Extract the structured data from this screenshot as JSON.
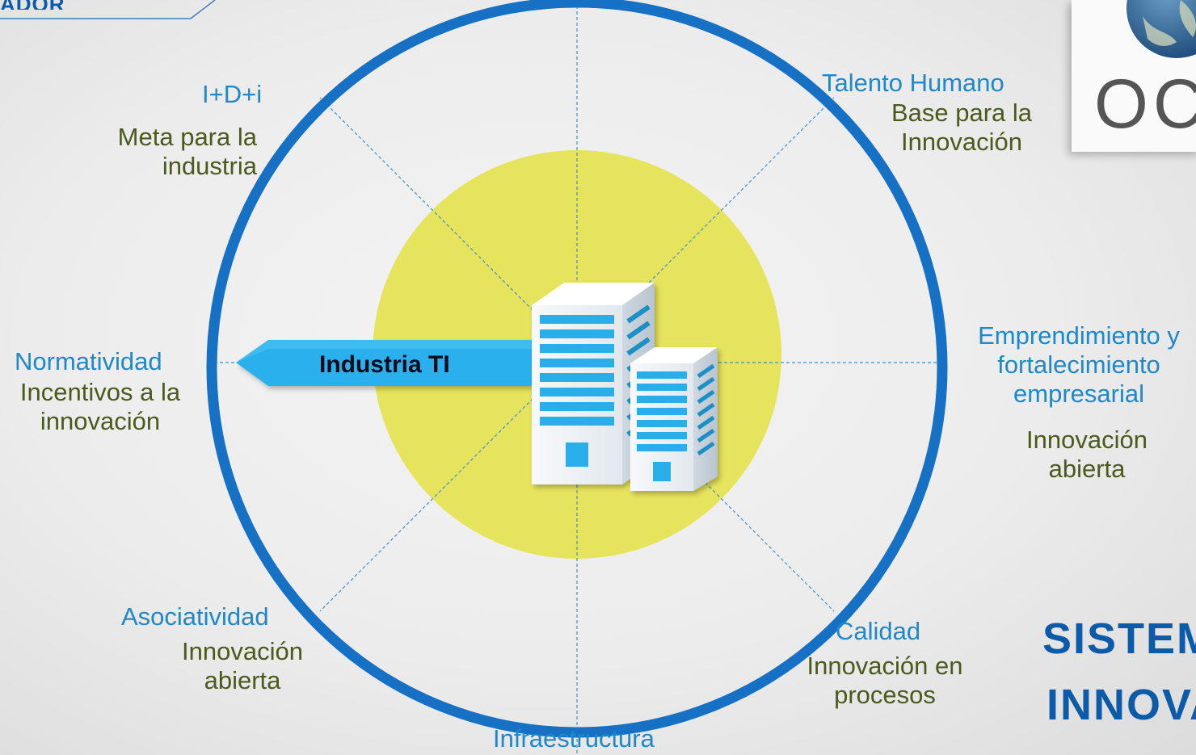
{
  "corner_tag": {
    "text": "ADOR"
  },
  "center": {
    "label": "Industria TI"
  },
  "segments": {
    "id": {
      "title": "I+D+i",
      "desc": "Meta para la industria"
    },
    "talento": {
      "title": "Talento Humano",
      "desc": "Base para la Innovación"
    },
    "emprendimiento": {
      "title": "Emprendimiento y fortalecimiento empresarial",
      "desc": "Innovación abierta"
    },
    "calidad": {
      "title": "Calidad",
      "desc": "Innovación en procesos"
    },
    "infraestructura": {
      "title": "Infraestructura"
    },
    "asociatividad": {
      "title": "Asociatividad",
      "desc": "Innovación abierta"
    },
    "normatividad": {
      "title": "Normatividad",
      "desc": "Incentivos a la innovación"
    }
  },
  "logo": {
    "text": "OC"
  },
  "side_title": {
    "line1": "SISTEM",
    "line2": "INNOVA"
  },
  "colors": {
    "ring": "#1670c4",
    "inner_disc": "#e6e35c",
    "arrow": "#2ab0ec",
    "title_blue": "#1e88c8",
    "desc_olive": "#4a5a1c",
    "heading_blue": "#0d5aa8"
  },
  "icons": {
    "center": "office-buildings-icon",
    "logo": "globe-icon"
  }
}
